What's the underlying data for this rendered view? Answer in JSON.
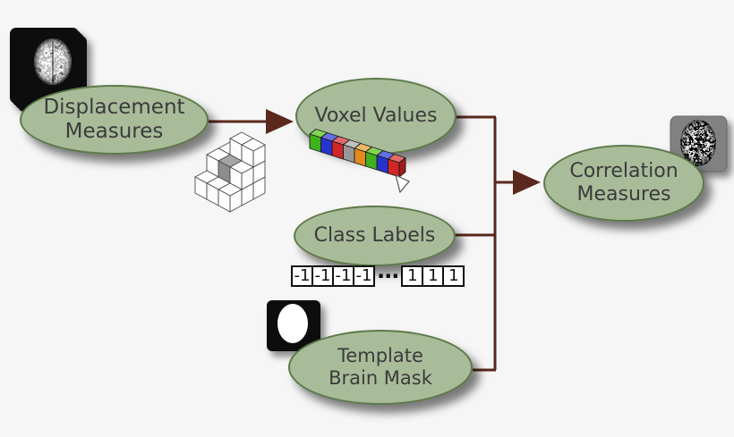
{
  "figure": {
    "description_labels": []
  },
  "palette": {
    "background": "#f6f6f6",
    "node_fill": "#a9bc9a",
    "node_border": "#5e7a49",
    "node_text": "#3b3b3b",
    "connector": "#5a281c",
    "label_box_border": "#101010",
    "label_box_fill": "#ffffff"
  },
  "nodes": {
    "displacement": {
      "lines": [
        "Displacement",
        "Measures"
      ]
    },
    "voxel": {
      "lines": [
        "Voxel Values"
      ]
    },
    "class": {
      "lines": [
        "Class Labels"
      ]
    },
    "template": {
      "lines": [
        "Template",
        "Brain Mask"
      ]
    },
    "correlation": {
      "lines": [
        "Correlation",
        "Measures"
      ]
    }
  },
  "class_label_sequence": {
    "negative_boxes": [
      "-1",
      "-1",
      "-1",
      "-1"
    ],
    "ellipsis": "···",
    "positive_boxes": [
      "1",
      "1",
      "1"
    ]
  },
  "voxel_row": {
    "cubes": [
      {
        "name": "green",
        "top": "#82d553",
        "front": "#3fb11c",
        "side": "#2f8b10"
      },
      {
        "name": "blue",
        "top": "#6470e3",
        "front": "#2733cd",
        "side": "#1c249c"
      },
      {
        "name": "red",
        "top": "#e36a6a",
        "front": "#d02626",
        "side": "#a31b1b"
      },
      {
        "name": "gray",
        "top": "#c0c0c0",
        "front": "#989898",
        "side": "#7c7c7c"
      },
      {
        "name": "orange",
        "top": "#eeb667",
        "front": "#e38a1c",
        "side": "#b56d10"
      },
      {
        "name": "green",
        "top": "#82d553",
        "front": "#3fb11c",
        "side": "#2f8b10"
      },
      {
        "name": "blue",
        "top": "#6470e3",
        "front": "#2733cd",
        "side": "#1c249c"
      },
      {
        "name": "red",
        "top": "#e36a6a",
        "front": "#d02626",
        "side": "#a31b1b"
      }
    ],
    "highlight_cube_color": "#8d8d8d"
  },
  "icons": {
    "input_image": "brain-slice-stack-icon",
    "neighborhood": "voxel-neighborhood-icon",
    "mask": "brain-mask-icon",
    "output_image": "correlation-map-icon",
    "arrows": "arrowhead-icon"
  }
}
